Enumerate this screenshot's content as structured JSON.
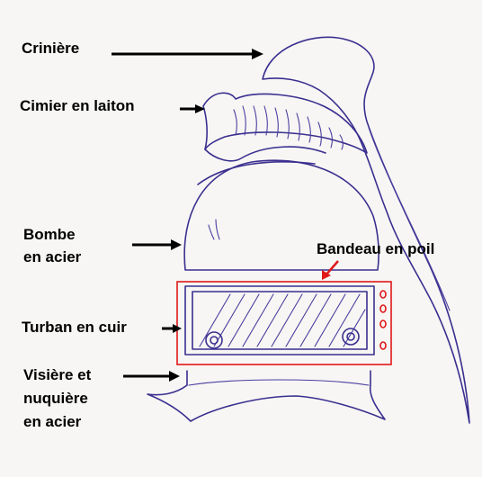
{
  "labels": {
    "criniere": "Crinière",
    "cimier": "Cimier en laiton",
    "bombe_1": "Bombe",
    "bombe_2": "en acier",
    "bandeau": "Bandeau en poil",
    "turban": "Turban en cuir",
    "visiere_1": "Visière et",
    "visiere_2": "nuquière",
    "visiere_3": "en acier"
  },
  "colors": {
    "ink": "#3a2f8f",
    "highlight": "#e01818",
    "arrow": "#000000",
    "paper": "#f7f6f4"
  }
}
